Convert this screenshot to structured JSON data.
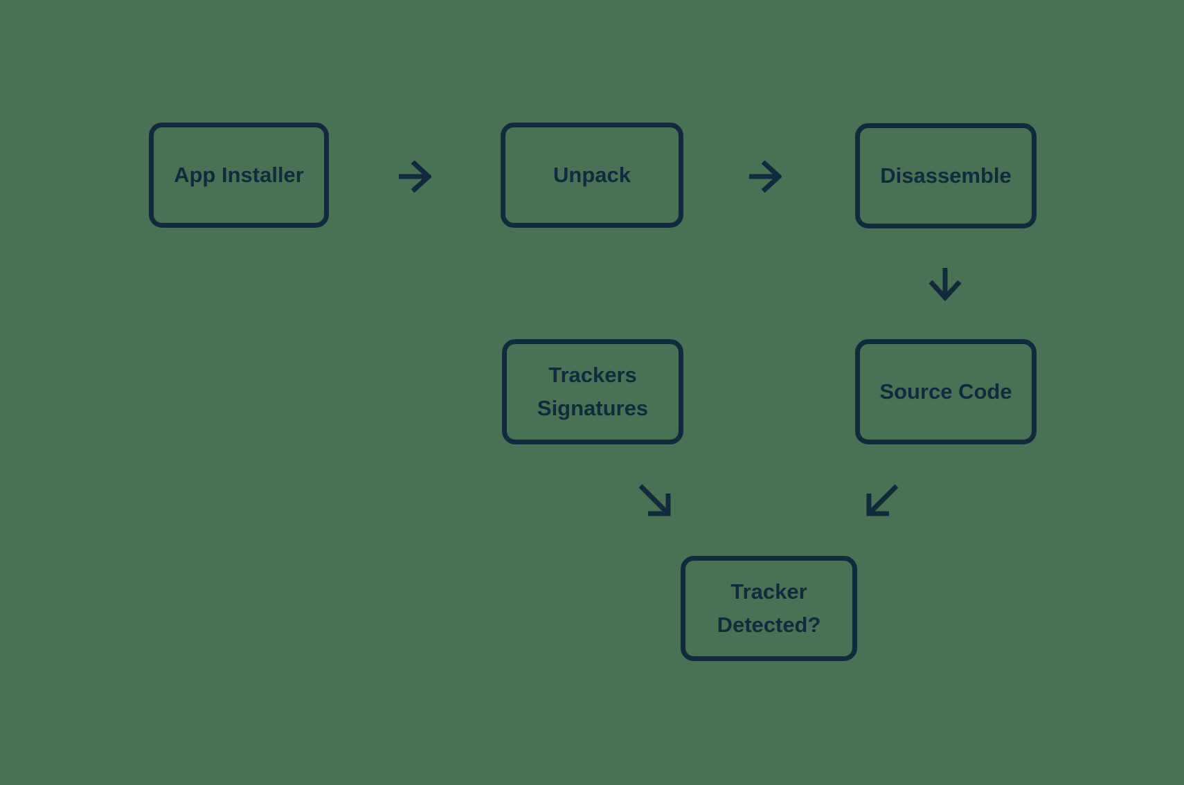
{
  "canvas": {
    "background_color": "#4A7055",
    "ink_color": "#112B3C"
  },
  "diagram": {
    "nodes": [
      {
        "id": "app-installer",
        "label": "App Installer"
      },
      {
        "id": "unpack",
        "label": "Unpack"
      },
      {
        "id": "disassemble",
        "label": "Disassemble"
      },
      {
        "id": "trackers-signatures",
        "label": "Trackers Signatures"
      },
      {
        "id": "source-code",
        "label": "Source Code"
      },
      {
        "id": "tracker-detected",
        "label": "Tracker Detected?"
      }
    ],
    "arrows": [
      {
        "id": "arrow-1",
        "from": "app-installer",
        "to": "unpack",
        "direction": "right",
        "glyph": "→"
      },
      {
        "id": "arrow-2",
        "from": "unpack",
        "to": "disassemble",
        "direction": "right",
        "glyph": "→"
      },
      {
        "id": "arrow-3",
        "from": "disassemble",
        "to": "source-code",
        "direction": "down",
        "glyph": "↓"
      },
      {
        "id": "arrow-4",
        "from": "trackers-signatures",
        "to": "tracker-detected",
        "direction": "down-right",
        "glyph": "↘"
      },
      {
        "id": "arrow-5",
        "from": "source-code",
        "to": "tracker-detected",
        "direction": "down-left",
        "glyph": "↙"
      }
    ]
  }
}
